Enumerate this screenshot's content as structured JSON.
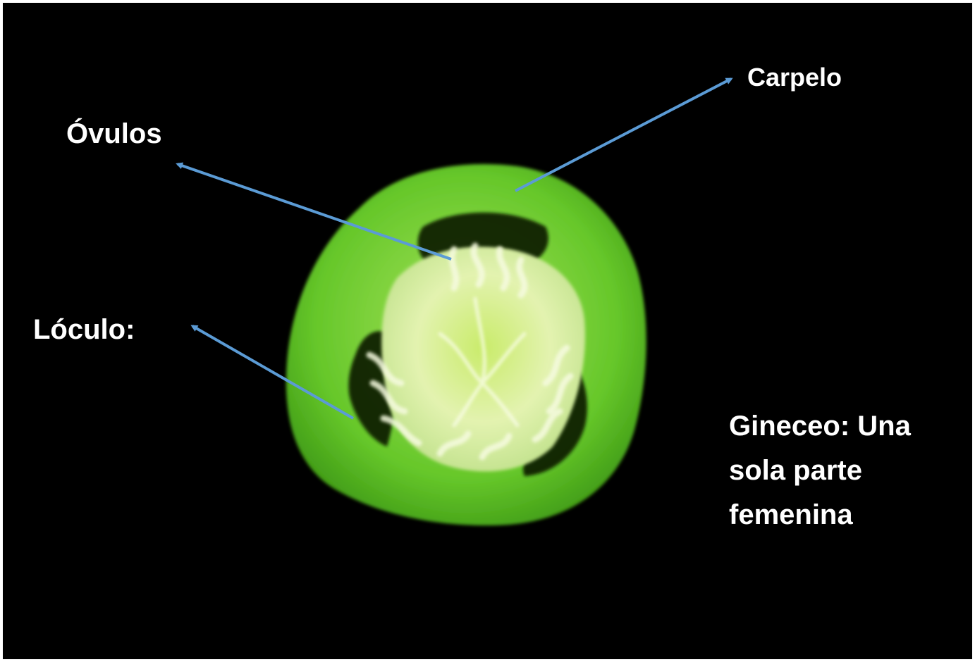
{
  "labels": {
    "carpelo": "Carpelo",
    "ovulos": "Óvulos",
    "loculo": "Lóculo:"
  },
  "caption": {
    "line1": "Gineceo: Una",
    "line2": "sola parte",
    "line3": "femenina"
  },
  "colors": {
    "background": "#000000",
    "text": "#ffffff",
    "arrow": "#5b9bd5",
    "ovary_wall": "#6ccf2a",
    "ovary_core": "#d8ee9a"
  }
}
